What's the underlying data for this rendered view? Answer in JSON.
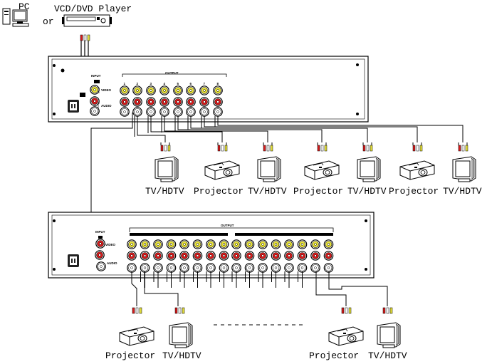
{
  "sources": {
    "pc_label": "PC",
    "or_label": "or",
    "player_label": "VCD/DVD Player"
  },
  "unit1": {
    "input_label": "INPUT",
    "output_label": "OUTPUT",
    "video_label": "VIDEO",
    "audio_label": "AUDIO",
    "channel_numbers": [
      "1",
      "2",
      "3",
      "4",
      "5",
      "6",
      "7",
      "8"
    ]
  },
  "unit1_outputs": [
    "TV/HDTV",
    "Projector",
    "TV/HDTV",
    "Projector",
    "TV/HDTV",
    "Projector",
    "TV/HDTV"
  ],
  "unit2": {
    "input_label": "INPUT",
    "output_label": "OUTPUT",
    "video_label": "VIDEO",
    "audio_label": "AUDIO"
  },
  "unit2_outputs": [
    "Projector",
    "TV/HDTV",
    "Projector",
    "TV/HDTV"
  ],
  "colors": {
    "video": "#e8e23a",
    "audio_left": "#ffffff",
    "audio_right": "#d81a1a",
    "line": "#000000"
  }
}
